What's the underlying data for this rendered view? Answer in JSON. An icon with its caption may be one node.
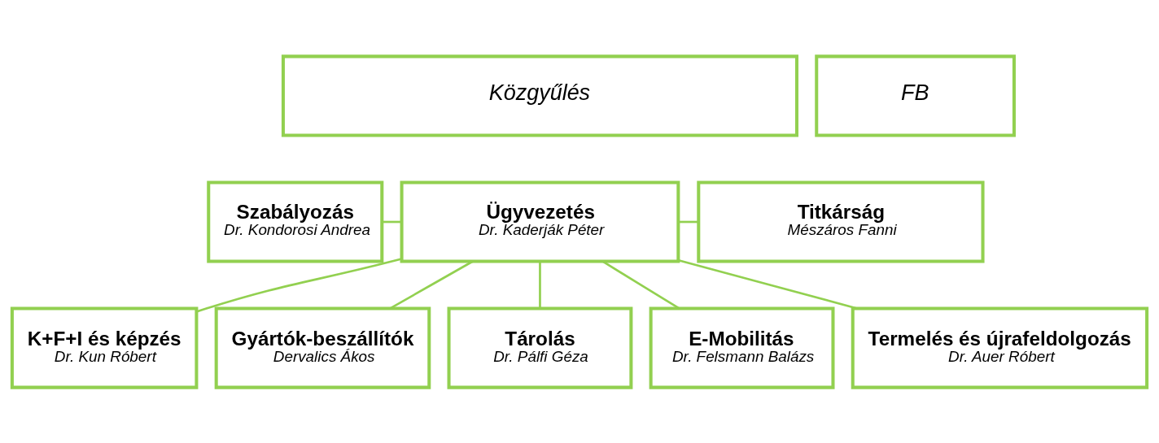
{
  "diagram": {
    "nodes": [
      {
        "text": [
          "Közgyűlés"
        ]
      },
      {
        "text": [
          "FB"
        ]
      },
      {
        "text": [
          "Szabályozás",
          "Dr. Kondorosi Andrea"
        ]
      },
      {
        "text": [
          "Ügyvezetés",
          "Dr. Kaderják Péter"
        ]
      },
      {
        "text": [
          "Titkárság",
          "Mészáros Fanni"
        ]
      },
      {
        "text": [
          "K+F+I és képzés",
          "Dr. Kun Róbert"
        ]
      },
      {
        "text": [
          "Gyártók-beszállítók",
          "Dervalics Ákos"
        ]
      },
      {
        "text": [
          "Tárolás",
          "Dr. Pálfi Géza"
        ]
      },
      {
        "text": [
          "E-Mobilitás",
          "Dr. Felsmann Balázs"
        ]
      },
      {
        "text": [
          "Termelés és újrafeldolgozás",
          "Dr. Auer Róbert"
        ]
      }
    ],
    "edges": [
      {
        "from": 2,
        "to": 3,
        "arrow": "none"
      },
      {
        "from": 3,
        "to": 4,
        "arrow": "none"
      },
      {
        "from": 3,
        "to": 5,
        "arrow": "none"
      },
      {
        "from": 3,
        "to": 6,
        "arrow": "none"
      },
      {
        "from": 3,
        "to": 7,
        "arrow": "none"
      },
      {
        "from": 3,
        "to": 8,
        "arrow": "none"
      },
      {
        "from": 3,
        "to": 9,
        "arrow": "none"
      }
    ]
  }
}
